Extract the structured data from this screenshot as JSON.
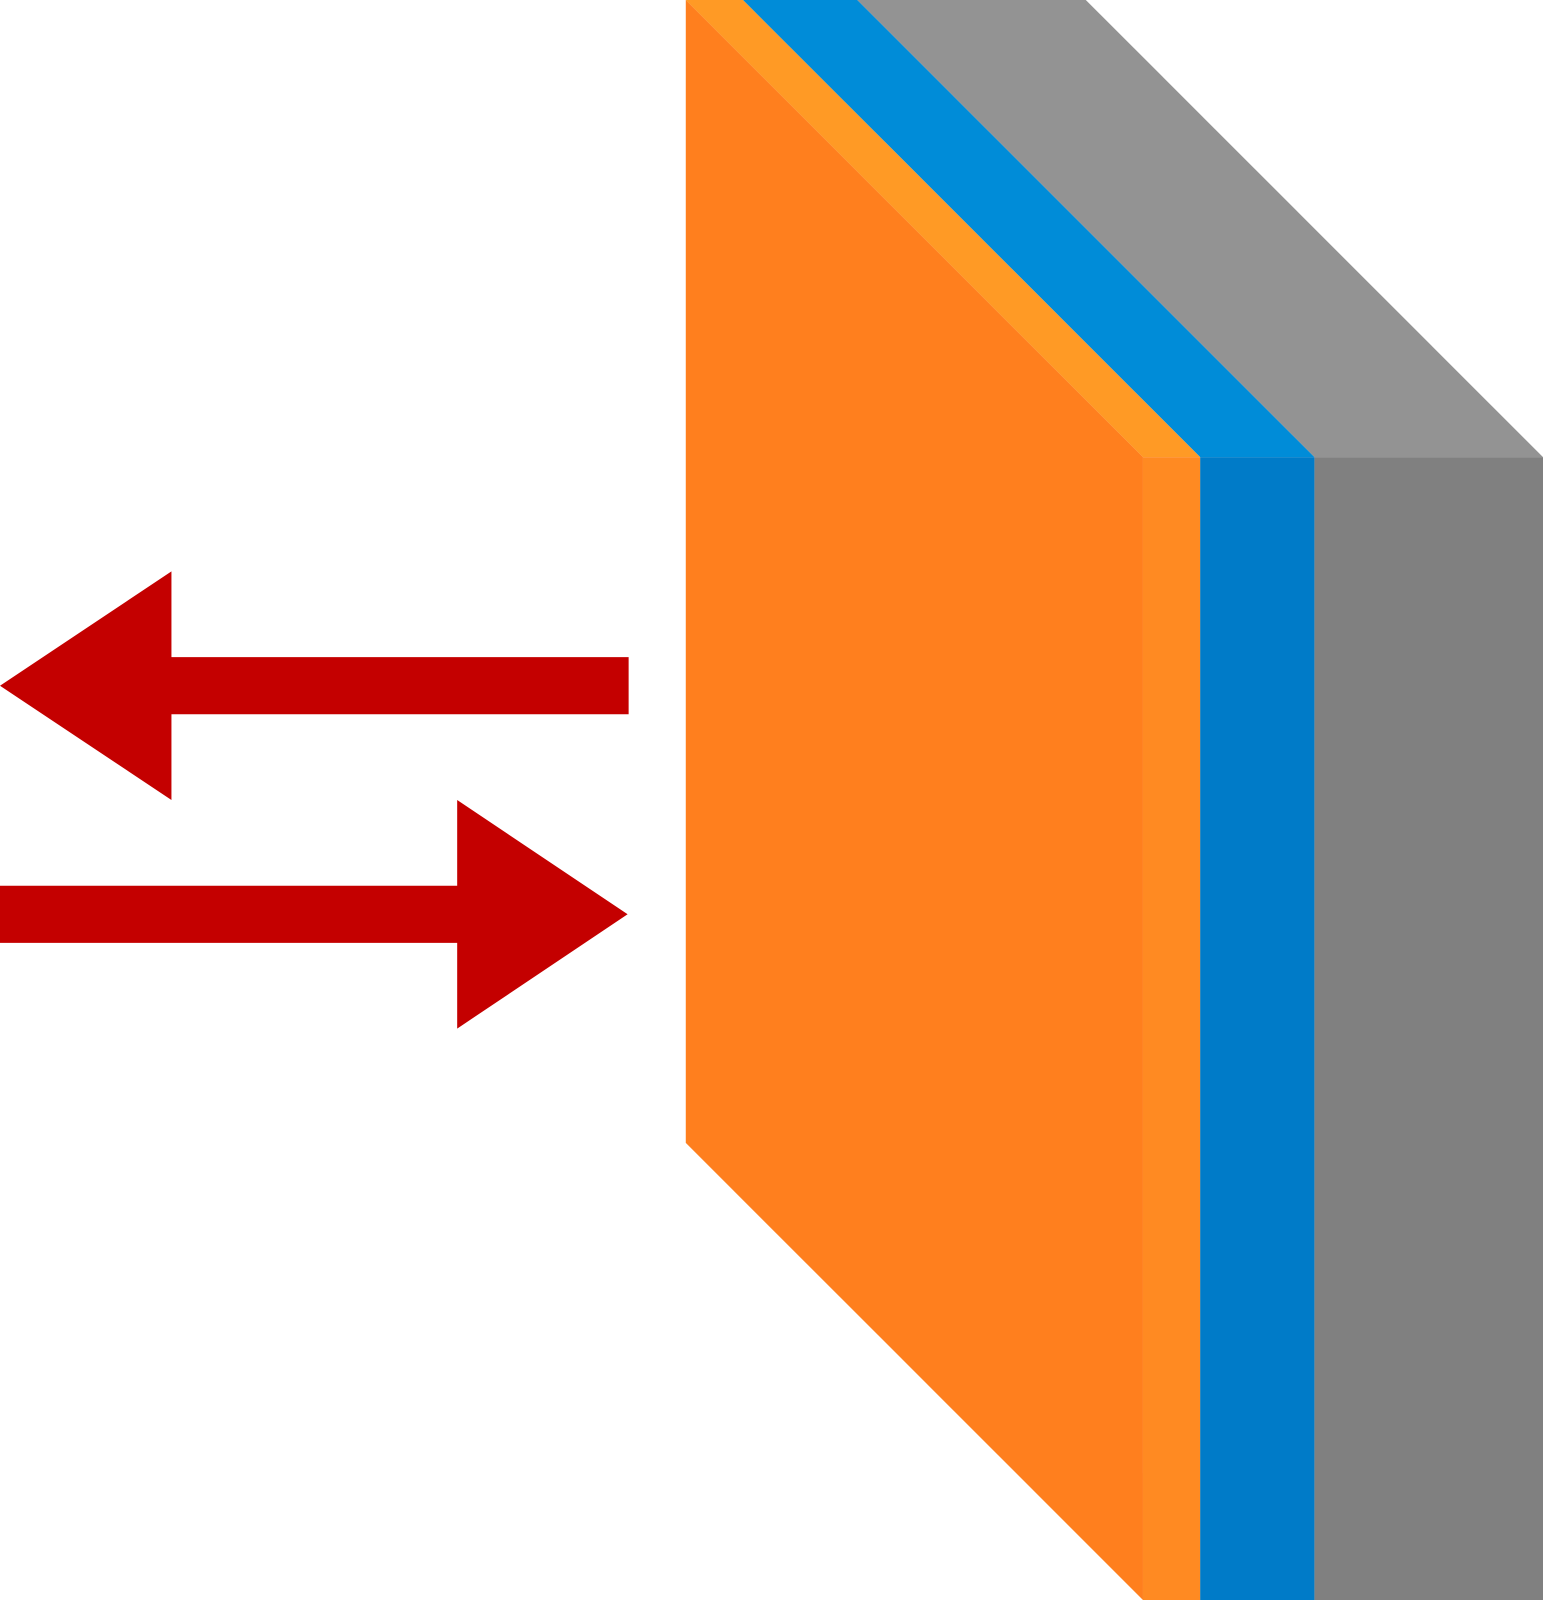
{
  "diagram": {
    "layers": [
      {
        "name": "orange-layer",
        "front_color": "#FF7F1E",
        "top_color": "#FF9A25",
        "side_color": "#FF8A22"
      },
      {
        "name": "blue-layer",
        "top_color": "#008CD8",
        "side_color": "#007BC8"
      },
      {
        "name": "gray-layer",
        "top_color": "#939393",
        "side_color": "#808080"
      }
    ],
    "arrows": [
      {
        "direction": "left",
        "color": "#C40000"
      },
      {
        "direction": "right",
        "color": "#C40000"
      }
    ]
  }
}
